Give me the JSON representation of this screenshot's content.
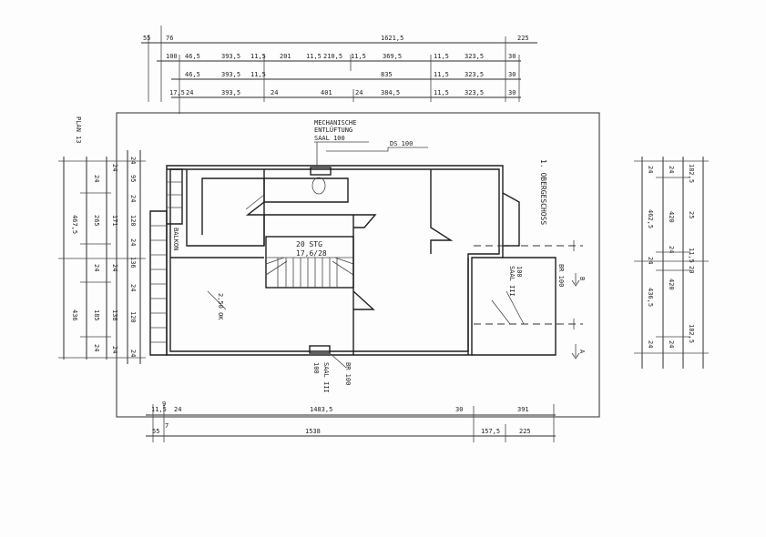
{
  "plan": {
    "title": "1. OBERGESCHOSS",
    "plan_label": "PLAN 13",
    "section_marks": [
      "B",
      "A"
    ]
  },
  "annotations": {
    "ventilation_line1": "MECHANISCHE",
    "ventilation_line2": "ENTLÜFTUNG",
    "ventilation_line3": "SAAL 100",
    "ventilation_ref": "DS 100",
    "stair_line1": "20 STG",
    "stair_line2": "17,6/28",
    "room_label_left": "2,50 OK",
    "room_label_bottom_a": "SAAL III",
    "room_label_bottom_b": "100",
    "room_label_bottom_c": "BR 100",
    "room_label_right_a": "SAAL III",
    "room_label_right_b": "100",
    "room_label_right_c": "BR 100",
    "balcony_label": "BALKON"
  },
  "dims_top": {
    "row1": [
      "55",
      "76",
      "1621,5",
      "225"
    ],
    "row2": [
      "100",
      "46,5",
      "393,5",
      "11,5",
      "201",
      "11,5",
      "210,5",
      "11,5",
      "369,5",
      "11,5",
      "323,5",
      "30"
    ],
    "row3": [
      "46,5",
      "393,5",
      "11,5",
      "835",
      "11,5",
      "323,5",
      "30"
    ],
    "row4": [
      "17,5",
      "24",
      "393,5",
      "24",
      "401",
      "24",
      "384,5",
      "11,5",
      "323,5",
      "30"
    ]
  },
  "dims_left": {
    "outer": [
      "467,5",
      "436"
    ],
    "mid": [
      "24",
      "265",
      "24",
      "185",
      "24"
    ],
    "inner": [
      "24",
      "171",
      "24",
      "138",
      "24"
    ],
    "innermost": [
      "24",
      "95",
      "24",
      "120",
      "24",
      "136",
      "24",
      "120",
      "24"
    ]
  },
  "dims_right": {
    "col1": [
      "24",
      "462,5",
      "24",
      "436,5",
      "24"
    ],
    "col2": [
      "24",
      "420",
      "24",
      "420",
      "24"
    ],
    "col3": [
      "182,5",
      "25",
      "11,5",
      "20",
      "182,5"
    ]
  },
  "dims_bottom": {
    "row1": [
      "11,5",
      "9",
      "24",
      "1483,5",
      "30",
      "391"
    ],
    "row2": [
      "55",
      "7",
      "1538",
      "157,5",
      "225"
    ]
  },
  "colors": {
    "ink": "#222222",
    "paper": "#fdfdfd"
  }
}
